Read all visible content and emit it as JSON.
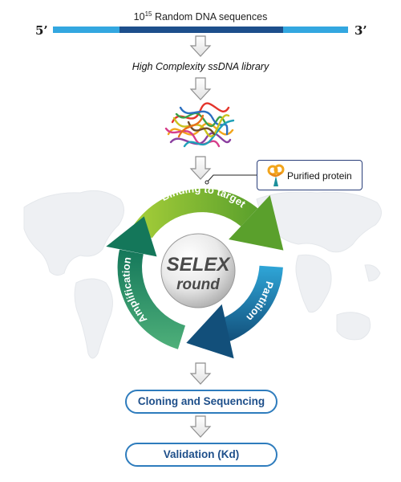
{
  "dna": {
    "title_base": "10",
    "title_exp": "15",
    "title_rest": " Random DNA sequences",
    "end5": "5’",
    "end3": "3’",
    "colors": {
      "outer": "#33a7e0",
      "inner": "#1d4f8c"
    }
  },
  "library": {
    "label": "High Complexity ssDNA library"
  },
  "target": {
    "label": "Purified protein"
  },
  "cycle": {
    "center_title": "SELEX",
    "center_subtitle": "round",
    "steps": [
      {
        "label": "Binding to target",
        "color": "#7cb82f"
      },
      {
        "label": "Partition",
        "color": "#1b86b8"
      },
      {
        "label": "Amplification",
        "color": "#1e9a6a"
      }
    ]
  },
  "outputs": {
    "cloning": "Cloning and Sequencing",
    "validation": "Validation (Kd)"
  }
}
